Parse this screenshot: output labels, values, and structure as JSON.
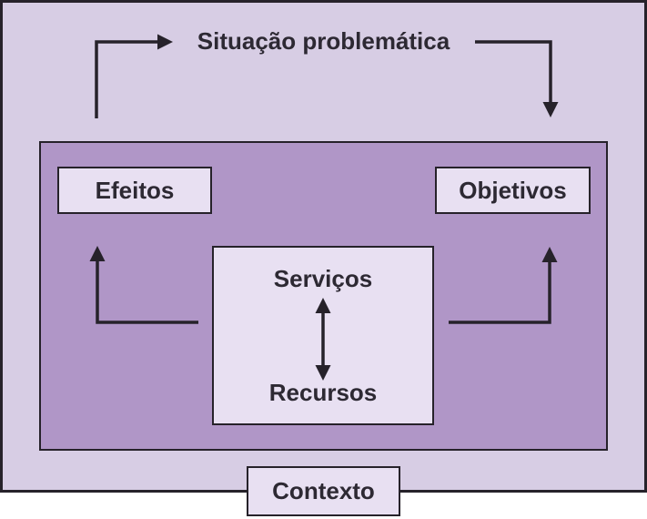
{
  "diagram": {
    "title": "Situação problemática",
    "boxes": {
      "efeitos": "Efeitos",
      "objetivos": "Objetivos",
      "servicos": "Serviços",
      "recursos": "Recursos",
      "contexto": "Contexto"
    },
    "colors": {
      "outer_bg": "#d7cde4",
      "inner_bg": "#b096c7",
      "box_bg": "#e8e0f2",
      "line_color": "#26222a",
      "text_color": "#2d2933"
    }
  }
}
